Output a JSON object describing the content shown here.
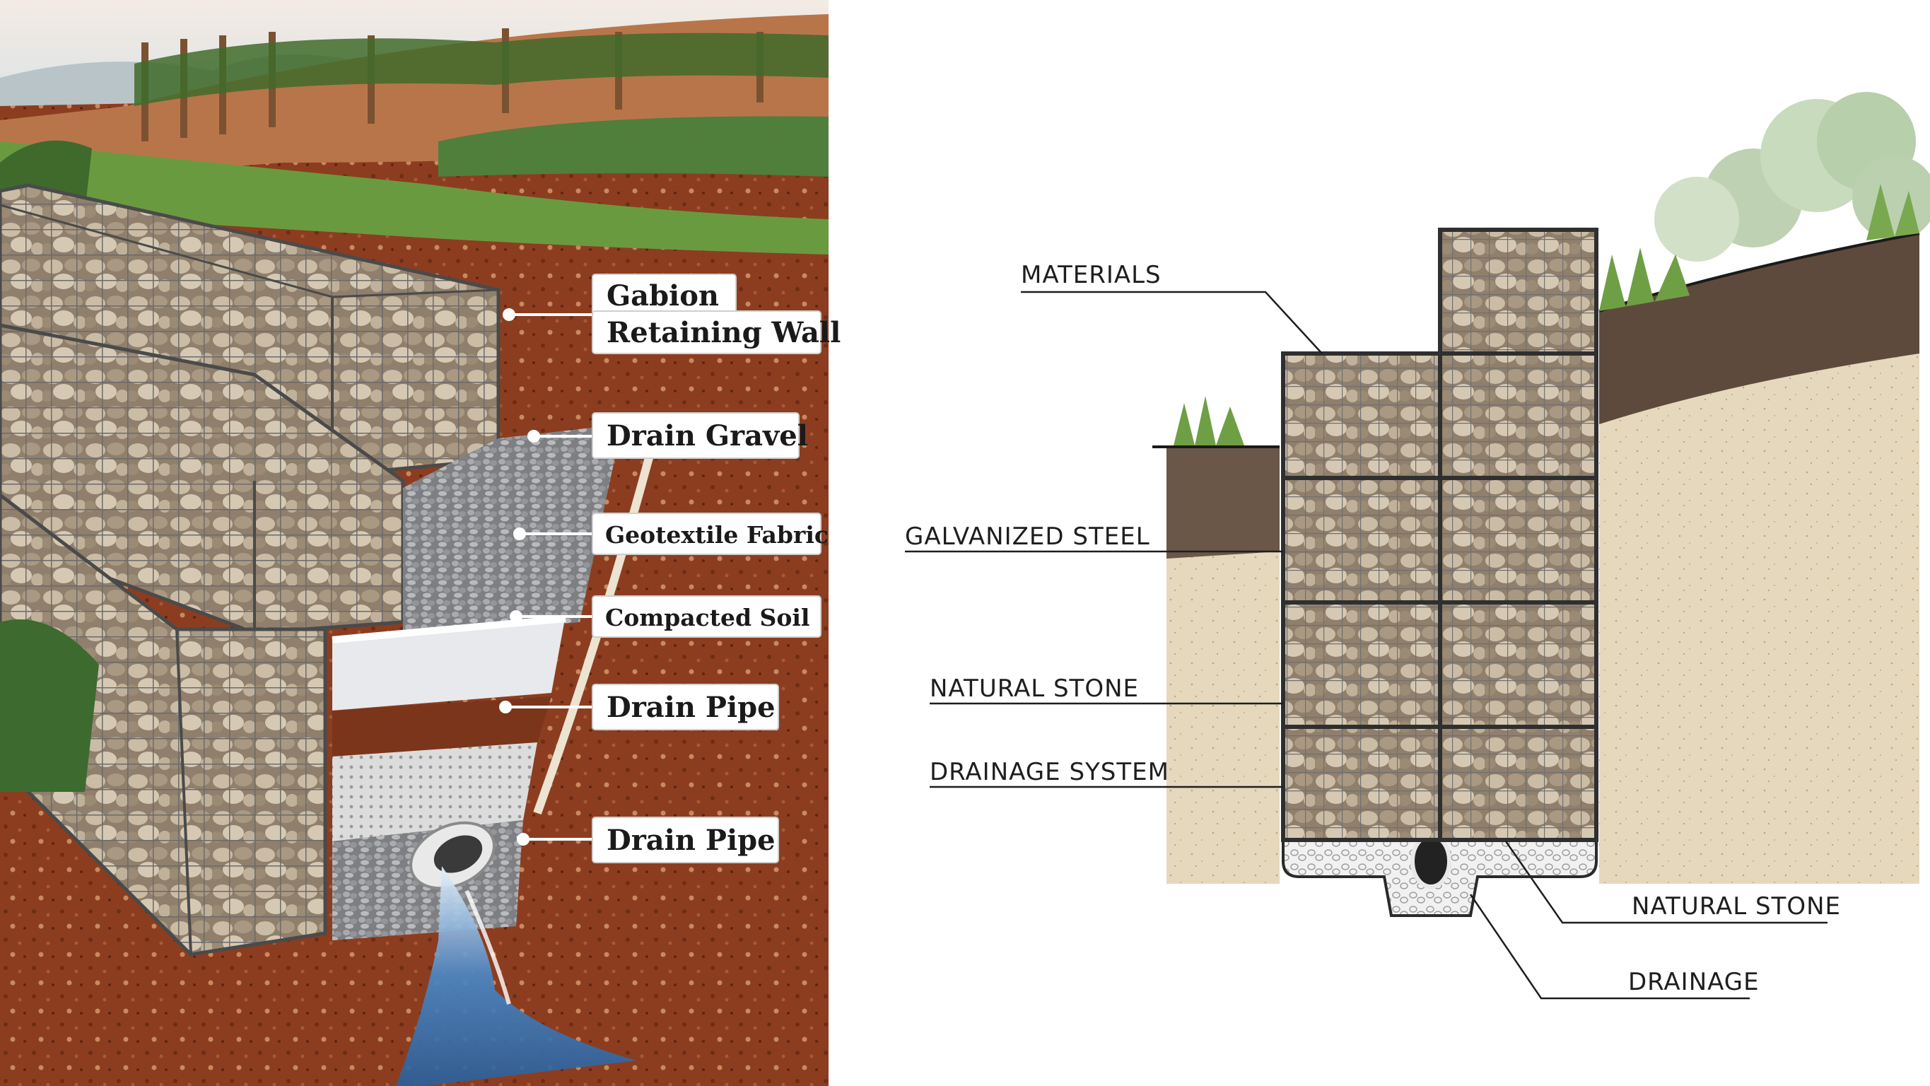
{
  "left_panel": {
    "labels": [
      {
        "id": "gabion",
        "lines": [
          "Gabion",
          "Retaining Wall"
        ]
      },
      {
        "id": "drain-gravel",
        "lines": [
          "Drain Gravel"
        ]
      },
      {
        "id": "geotextile",
        "lines": [
          "Geotextile Fabric"
        ]
      },
      {
        "id": "compacted-soil",
        "lines": [
          "Compacted Soil"
        ]
      },
      {
        "id": "drain-pipe-1",
        "lines": [
          "Drain Pipe"
        ]
      },
      {
        "id": "drain-pipe-2",
        "lines": [
          "Drain Pipe"
        ]
      }
    ]
  },
  "right_panel": {
    "labels": {
      "materials": "MATERIALS",
      "galvanized_steel": "GALVANIZED STEEL",
      "natural_stone_left": "NATURAL STONE",
      "drainage_system": "DRAINAGE SYSTEM",
      "natural_stone_right": "NATURAL STONE",
      "drainage": "DRAINAGE"
    }
  },
  "colors": {
    "soil_red": "#8a3a1e",
    "grass": "#5f8f3a",
    "stone": "#b9aa95",
    "mesh": "#5a5a5a",
    "water": "#3f7fc0",
    "label_bg": "#ffffff",
    "sand": "#d9c6a5"
  }
}
